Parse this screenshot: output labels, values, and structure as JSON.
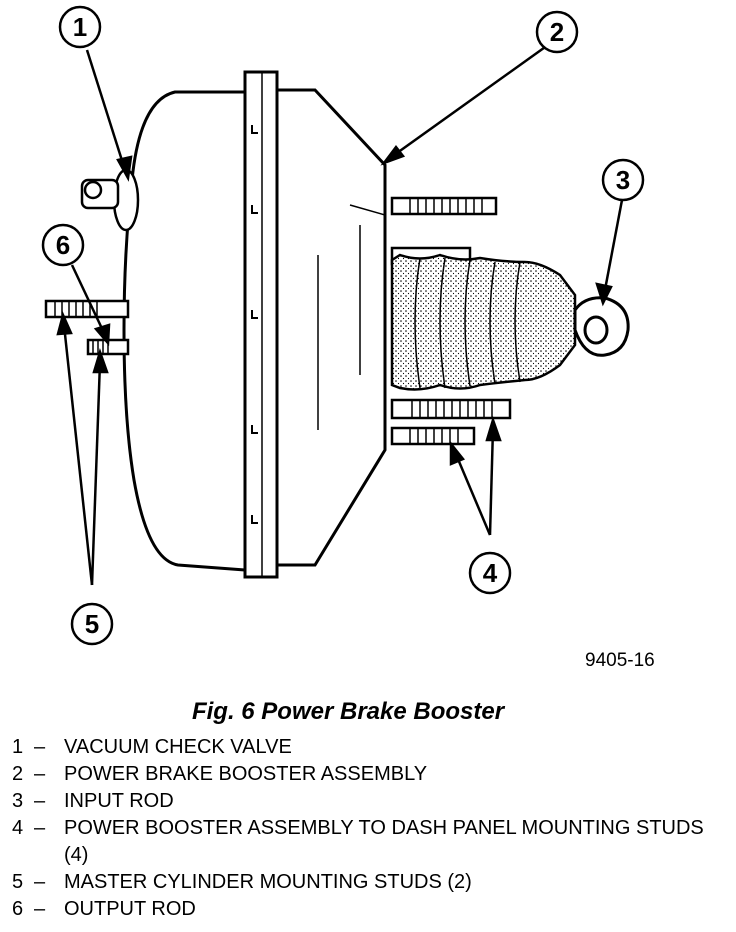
{
  "diagram": {
    "callouts": [
      "1",
      "2",
      "3",
      "4",
      "5",
      "6"
    ],
    "figure_id": "9405-16"
  },
  "caption": "Fig. 6 Power Brake Booster",
  "legend": [
    {
      "num": "1",
      "dash": "–",
      "text": "VACUUM CHECK VALVE"
    },
    {
      "num": "2",
      "dash": "–",
      "text": "POWER BRAKE BOOSTER ASSEMBLY"
    },
    {
      "num": "3",
      "dash": "–",
      "text": "INPUT ROD"
    },
    {
      "num": "4",
      "dash": "–",
      "text": "POWER BOOSTER ASSEMBLY TO DASH PANEL MOUNTING STUDS (4)"
    },
    {
      "num": "5",
      "dash": "–",
      "text": "MASTER CYLINDER MOUNTING STUDS (2)"
    },
    {
      "num": "6",
      "dash": "–",
      "text": "OUTPUT ROD"
    }
  ]
}
